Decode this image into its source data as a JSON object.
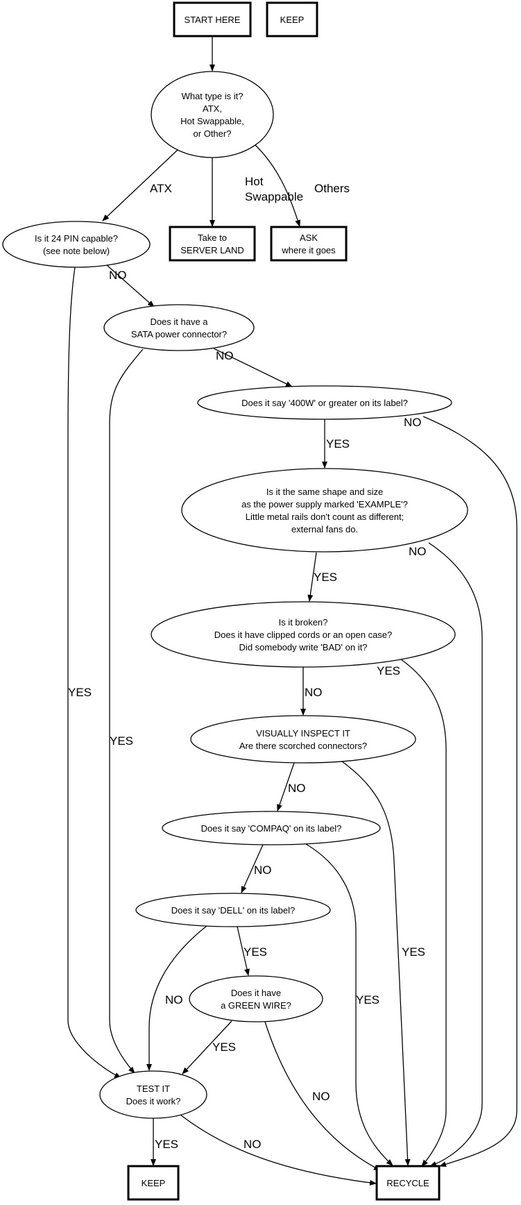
{
  "title": "Power supply sorting flowchart",
  "nodes": {
    "start": {
      "shape": "box",
      "lines": [
        "START HERE"
      ]
    },
    "keep_top": {
      "shape": "box",
      "lines": [
        "KEEP"
      ]
    },
    "type": {
      "shape": "ellipse",
      "lines": [
        "What type is it?",
        "ATX,",
        "Hot Swappable,",
        "or Other?"
      ]
    },
    "pin24": {
      "shape": "ellipse",
      "lines": [
        "Is it 24 PIN capable?",
        "(see note below)"
      ]
    },
    "server": {
      "shape": "box",
      "lines": [
        "Take to",
        "SERVER LAND"
      ]
    },
    "ask": {
      "shape": "box",
      "lines": [
        "ASK",
        "where it goes"
      ]
    },
    "sata": {
      "shape": "ellipse",
      "lines": [
        "Does it have a",
        "SATA power connector?"
      ]
    },
    "w400": {
      "shape": "ellipse",
      "lines": [
        "Does it say '400W' or greater on its label?"
      ]
    },
    "shape": {
      "shape": "ellipse",
      "lines": [
        "Is it the same shape and size",
        "as the power supply marked 'EXAMPLE'?",
        "Little metal rails don't count as different;",
        "external fans do."
      ]
    },
    "broken": {
      "shape": "ellipse",
      "lines": [
        "Is it broken?",
        "Does it have clipped cords or an open case?",
        "Did somebody write 'BAD' on it?"
      ]
    },
    "visual": {
      "shape": "ellipse",
      "lines": [
        "VISUALLY INSPECT IT",
        "Are there scorched connectors?"
      ]
    },
    "compaq": {
      "shape": "ellipse",
      "lines": [
        "Does it say 'COMPAQ' on its label?"
      ]
    },
    "dell": {
      "shape": "ellipse",
      "lines": [
        "Does it say 'DELL' on its label?"
      ]
    },
    "green": {
      "shape": "ellipse",
      "lines": [
        "Does it have",
        "a GREEN WIRE?"
      ]
    },
    "test": {
      "shape": "ellipse",
      "lines": [
        "TEST IT",
        "Does it work?"
      ]
    },
    "keep": {
      "shape": "box",
      "lines": [
        "KEEP"
      ]
    },
    "recycle": {
      "shape": "box",
      "lines": [
        "RECYCLE"
      ]
    }
  },
  "edges": [
    {
      "from": "start",
      "to": "type",
      "label": []
    },
    {
      "from": "type",
      "to": "pin24",
      "label": [
        "ATX"
      ]
    },
    {
      "from": "type",
      "to": "server",
      "label": [
        "Hot",
        "Swappable"
      ]
    },
    {
      "from": "type",
      "to": "ask",
      "label": [
        "Others"
      ]
    },
    {
      "from": "pin24",
      "to": "sata",
      "label": [
        "NO"
      ]
    },
    {
      "from": "pin24",
      "to": "test",
      "label": [
        "YES"
      ]
    },
    {
      "from": "sata",
      "to": "w400",
      "label": [
        "NO"
      ]
    },
    {
      "from": "sata",
      "to": "test",
      "label": [
        "YES"
      ]
    },
    {
      "from": "w400",
      "to": "shape",
      "label": [
        "YES"
      ]
    },
    {
      "from": "w400",
      "to": "recycle",
      "label": [
        "NO"
      ]
    },
    {
      "from": "shape",
      "to": "broken",
      "label": [
        "YES"
      ]
    },
    {
      "from": "shape",
      "to": "recycle",
      "label": [
        "NO"
      ]
    },
    {
      "from": "broken",
      "to": "visual",
      "label": [
        "NO"
      ]
    },
    {
      "from": "broken",
      "to": "recycle",
      "label": [
        "YES"
      ]
    },
    {
      "from": "visual",
      "to": "compaq",
      "label": [
        "NO"
      ]
    },
    {
      "from": "visual",
      "to": "recycle",
      "label": [
        "YES"
      ]
    },
    {
      "from": "compaq",
      "to": "dell",
      "label": [
        "NO"
      ]
    },
    {
      "from": "compaq",
      "to": "recycle",
      "label": [
        "YES"
      ]
    },
    {
      "from": "dell",
      "to": "green",
      "label": [
        "YES"
      ]
    },
    {
      "from": "dell",
      "to": "test",
      "label": [
        "NO"
      ]
    },
    {
      "from": "green",
      "to": "test",
      "label": [
        "YES"
      ]
    },
    {
      "from": "green",
      "to": "recycle",
      "label": [
        "NO"
      ]
    },
    {
      "from": "test",
      "to": "keep",
      "label": [
        "YES"
      ]
    },
    {
      "from": "test",
      "to": "recycle",
      "label": [
        "NO"
      ]
    }
  ]
}
